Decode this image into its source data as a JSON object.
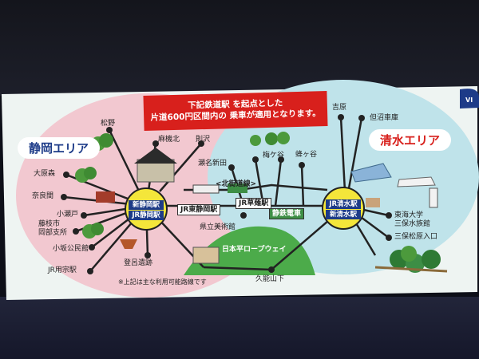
{
  "banner": {
    "line1": "下記鉄道駅 を起点とした",
    "line2": "片道600円区間内の 乗車が適用となります。"
  },
  "areas": {
    "shizuoka": "静岡エリア",
    "shimizu": "清水エリア"
  },
  "hubs": {
    "shin_shizuoka": "新静岡駅",
    "jr_shizuoka": "JR静岡駅",
    "jr_shimizu": "JR清水駅",
    "shin_shimizu": "新清水駅"
  },
  "stations": {
    "jr_higashi_shizuoka": "JR東静岡駅",
    "jr_kusanagi": "JR草薙駅",
    "shizutetsu": "静鉄電車",
    "kitakaido": "<北街道線>"
  },
  "places": {
    "matsuno": "松野",
    "asahata": "麻機北",
    "tsuwara": "則沢",
    "sena_shinden": "瀬名新田",
    "umegaya": "梅ケ谷",
    "kamegaya": "蜂ヶ谷",
    "yoshiwara": "吉原",
    "tadanuma": "但沼車庫",
    "oharamori": "大原森",
    "narama": "奈良間",
    "koseto": "小瀬戸",
    "fujieda": "藤枝市\n岡部支所",
    "ozaka": "小坂公民館",
    "jr_yomune": "JR用宗駅",
    "toro": "登呂遺跡",
    "kenritsu": "県立美術館",
    "ropeway": "日本平ロープウェイ",
    "kunouzan": "久能山下",
    "tokai": "東海大学\n三保水族館",
    "miho": "三保松原入口"
  },
  "footnote": "※上記は主な利用可能路線です",
  "edge_badge": "VI",
  "colors": {
    "banner": "#d8201c",
    "hub_fill": "#f4e63a",
    "hub_label": "#1d3b88",
    "pink_area": "#f2c8d0",
    "blue_area": "#bfe3ea",
    "green_area": "#4cab4a",
    "shizuoka_tag": "#1d3b88",
    "shimizu_tag": "#d8201c"
  }
}
